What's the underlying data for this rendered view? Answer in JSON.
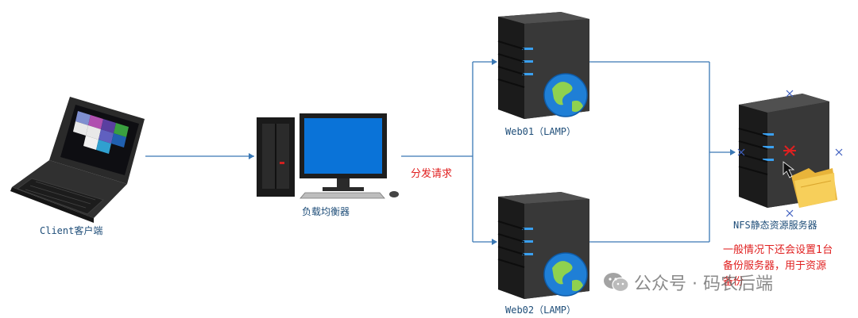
{
  "nodes": {
    "client": {
      "label": "Client客户端"
    },
    "lb": {
      "label": "负载均衡器"
    },
    "web01": {
      "label": "Web01（LAMP）"
    },
    "web02": {
      "label": "Web02（LAMP）"
    },
    "nfs": {
      "label": "NFS静态资源服务器"
    }
  },
  "edges": {
    "dispatch_label": "分发请求"
  },
  "annotation": {
    "lines": [
      "一般情况下还会设置1台",
      "备份服务器，用于资源",
      "备份"
    ]
  },
  "watermark": {
    "text": "公众号 · 码农后端"
  },
  "colors": {
    "line": "#2e6da4",
    "label": "#1f4e79",
    "red": "#e02020"
  }
}
